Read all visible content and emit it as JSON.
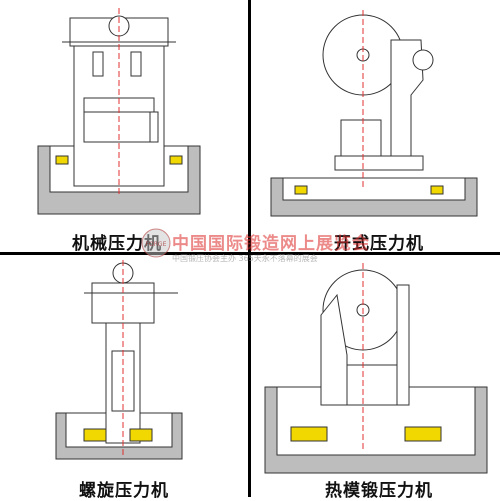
{
  "figure": {
    "panels": [
      {
        "caption": "机械压力机"
      },
      {
        "caption": "开式压力机"
      },
      {
        "caption": "螺旋压力机"
      },
      {
        "caption": "热模锻压力机"
      }
    ],
    "watermark": {
      "title": "中国国际锻造网上展览会",
      "subtitle": "中国锻压协会主办    365天永不落幕的展会",
      "logo_text": "FORGE"
    },
    "colors": {
      "die_yellow": "#f0d800",
      "pit_gray": "#bdbdbd",
      "centerline_red": "#e03030",
      "line": "#333333"
    }
  }
}
